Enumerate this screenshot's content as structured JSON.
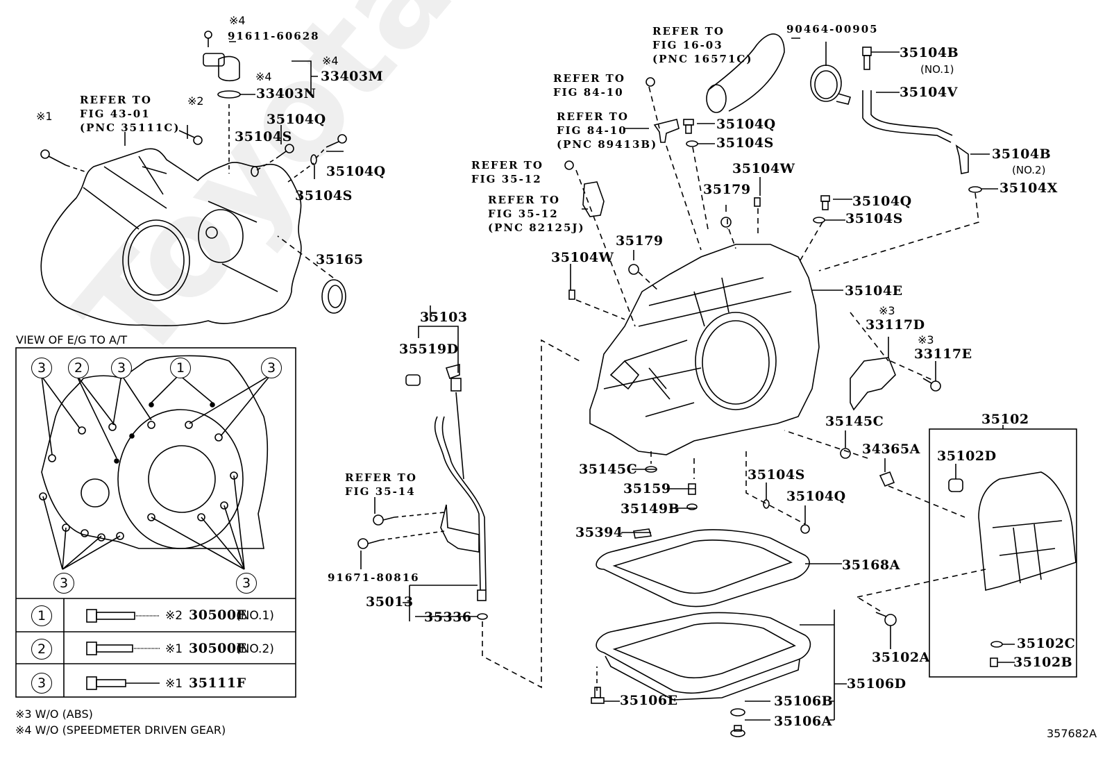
{
  "diagram": {
    "figure_id": "357682A",
    "watermark": "ToyotaCarMe.ru",
    "notes": [
      "※3 W/O (ABS)",
      "※4 W/O (SPEEDMETER DRIVEN GEAR)"
    ],
    "inset": {
      "title": "VIEW OF E/G TO A/T",
      "callouts": [
        "3",
        "2",
        "3",
        "1",
        "3",
        "3",
        "3"
      ],
      "legend": [
        {
          "key": "1",
          "mark": "※2",
          "part": "30500E",
          "suffix": "(NO.1)"
        },
        {
          "key": "2",
          "mark": "※1",
          "part": "30500E",
          "suffix": "(NO.2)"
        },
        {
          "key": "3",
          "mark": "※1",
          "part": "35111F",
          "suffix": ""
        }
      ]
    },
    "refs": [
      {
        "id": "ref-43-01",
        "text": "REFER TO\nFIG 43-01\n(PNC 35111C)"
      },
      {
        "id": "ref-16-03",
        "text": "REFER TO\nFIG 16-03\n(PNC 16571C)"
      },
      {
        "id": "ref-84-10a",
        "text": "REFER TO\nFIG 84-10"
      },
      {
        "id": "ref-84-10b",
        "text": "REFER TO\nFIG 84-10\n(PNC 89413B)"
      },
      {
        "id": "ref-35-12a",
        "text": "REFER TO\nFIG 35-12"
      },
      {
        "id": "ref-35-12b",
        "text": "REFER TO\nFIG 35-12\n(PNC 82125J)"
      },
      {
        "id": "ref-35-14",
        "text": "REFER TO\nFIG 35-14"
      }
    ],
    "marks": {
      "m1": "※1",
      "m2": "※2",
      "m4a": "※4",
      "m4b": "※4",
      "m4c": "※4",
      "m3a": "※3",
      "m3b": "※3"
    },
    "parts": {
      "p91611": "91611-60628",
      "p33403M": "33403M",
      "p33403N": "33403N",
      "p35104Q_a": "35104Q",
      "p35104S_a": "35104S",
      "p35104Q_b": "35104Q",
      "p35104S_b": "35104S",
      "p35165": "35165",
      "p90464": "90464-00905",
      "p35104B_1": "35104B",
      "p35104B_1_sub": "(NO.1)",
      "p35104V": "35104V",
      "p35104B_2": "35104B",
      "p35104B_2_sub": "(NO.2)",
      "p35104X": "35104X",
      "p35104Q_c": "35104Q",
      "p35104S_c": "35104S",
      "p35104W_a": "35104W",
      "p35179_a": "35179",
      "p35104Q_d": "35104Q",
      "p35104S_d": "35104S",
      "p35179_b": "35179",
      "p35104W_b": "35104W",
      "p35104E": "35104E",
      "p33117D": "33117D",
      "p33117E": "33117E",
      "p35103": "35103",
      "p35519D": "35519D",
      "p91671": "91671-80816",
      "p35013": "35013",
      "p35336": "35336",
      "p35145C_a": "35145C",
      "p35145C_b": "35145C",
      "p35159": "35159",
      "p35149B": "35149B",
      "p35104S_e": "35104S",
      "p35104Q_e": "35104Q",
      "p34365A": "34365A",
      "p35394": "35394",
      "p35168A": "35168A",
      "p35106D": "35106D",
      "p35106E": "35106E",
      "p35106B": "35106B",
      "p35106A": "35106A",
      "p35102": "35102",
      "p35102D": "35102D",
      "p35102A": "35102A",
      "p35102C": "35102C",
      "p35102B": "35102B"
    }
  }
}
